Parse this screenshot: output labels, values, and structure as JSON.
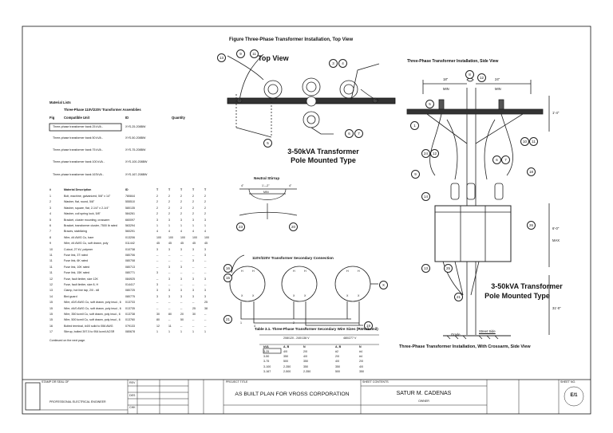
{
  "top_view": {
    "figure_title": "Figure Three-Phase Transformer Installation, Top View",
    "view_label": "Top View",
    "caption_line1": "3-50kVA Transformer",
    "caption_line2": "Pole Mounted Type",
    "callouts": [
      "13",
      "9",
      "11",
      "3",
      "4",
      "6",
      "7",
      "5"
    ]
  },
  "side_view": {
    "title": "Three-Phase Transformer Installation, Side View",
    "dim_left": "18\"",
    "dim_right": "24\"",
    "min_left": "MIN",
    "min_right": "MIN",
    "dim_vert_top": "1'-4\"",
    "dim_vert_mid": "6'-0\"",
    "max_label": "MAX",
    "dim_vert_bot": "31'-0\"",
    "caption_line1": "3-50kVA Transformer",
    "caption_line2": "Pole Mounted Type",
    "grade_label": "Grade",
    "street_label": "Street Side",
    "bottom_caption": "Three-Phase Transformer Installation, With Crossarm, Side View",
    "callouts": [
      "8",
      "12",
      "5",
      "1",
      "10",
      "11",
      "24",
      "12",
      "6",
      "7",
      "9",
      "18",
      "14",
      "26",
      "13",
      "25",
      "21"
    ]
  },
  "material_list": {
    "heading": "Material Lists",
    "subheading": "Three-Phase 110V/220V Transformer Assemblies",
    "col_fig": "Fig",
    "col_unit": "Compatible Unit",
    "col_id": "ID",
    "col_qty": "Quantity",
    "units": [
      {
        "name": "Three-phase transformer bank 25 kVA -",
        "id": "XYS-25-208BW"
      },
      {
        "name": "Three-phase transformer bank 50 kVA -",
        "id": "XYS-50-208BW"
      },
      {
        "name": "Three-phase transformer bank 75 kVA -",
        "id": "XYS-75-208BW"
      },
      {
        "name": "Three-phase transformer bank 100 kVA -",
        "id": "XYS-100-208BW"
      },
      {
        "name": "Three-phase transformer bank 167kVA -",
        "id": "XYS-167-208BW"
      }
    ],
    "items_header": {
      "num": "#",
      "desc": "Material Description",
      "id": "ID",
      "q": [
        "T",
        "T",
        "T",
        "T",
        "T"
      ]
    },
    "items": [
      {
        "n": "1",
        "d": "Bolt, machine, galvanized, 5/8\" x 14\"",
        "id": "780844",
        "q": [
          "2",
          "2",
          "2",
          "2",
          "2"
        ]
      },
      {
        "n": "2",
        "d": "Washer, flat, round, 5/8\"",
        "id": "555510",
        "q": [
          "2",
          "2",
          "2",
          "2",
          "2"
        ]
      },
      {
        "n": "3",
        "d": "Washer, square, flat, 2-1/4\" x 2-1/4\"",
        "id": "580135",
        "q": [
          "2",
          "2",
          "2",
          "2",
          "2"
        ]
      },
      {
        "n": "4",
        "d": "Washer, coil spring lock, 5/8\"",
        "id": "584261",
        "q": [
          "2",
          "2",
          "2",
          "2",
          "2"
        ]
      },
      {
        "n": "5",
        "d": "Bracket, cluster mounting, crossarm",
        "id": "660097",
        "q": [
          "3",
          "3",
          "3",
          "3",
          "3"
        ]
      },
      {
        "n": "6",
        "d": "Bracket, transformer cluster, 7500 lb rated",
        "id": "563294",
        "q": [
          "1",
          "1",
          "1",
          "1",
          "1"
        ]
      },
      {
        "n": "7",
        "d": "Braces, stabilizing",
        "id": "560291",
        "q": [
          "4",
          "4",
          "4",
          "4",
          "4"
        ]
      },
      {
        "n": "8",
        "d": "Wire, #4 AWG Cu, bare",
        "id": "013206",
        "q": [
          "100",
          "100",
          "100",
          "100",
          "100"
        ]
      },
      {
        "n": "9",
        "d": "Wire, #4 AWG Cu, soft drawn, poly",
        "id": "011442",
        "q": [
          "45",
          "45",
          "45",
          "45",
          "45"
        ]
      },
      {
        "n": "10",
        "d": "Cutout, 27 kV, polymer",
        "id": "010738",
        "q": [
          "3",
          "3",
          "3",
          "3",
          "3"
        ]
      },
      {
        "n": "11",
        "d": "Fuse link, 3T rated",
        "id": "080706",
        "q": [
          "--",
          "--",
          "--",
          "--",
          "3"
        ]
      },
      {
        "n": "11",
        "d": "Fuse link, 6K rated",
        "id": "080708",
        "q": [
          "--",
          "--",
          "--",
          "3",
          "--"
        ]
      },
      {
        "n": "11",
        "d": "Fuse link, 10K rated",
        "id": "080713",
        "q": [
          "--",
          "3",
          "3",
          "--",
          "--"
        ]
      },
      {
        "n": "11",
        "d": "Fuse link, 15K rated",
        "id": "080771",
        "q": [
          "3",
          "--",
          "--",
          "--",
          "--"
        ]
      },
      {
        "n": "12",
        "d": "Fuse, fault limiter, size 12K",
        "id": "084925",
        "q": [
          "--",
          "3",
          "3",
          "3",
          "3"
        ]
      },
      {
        "n": "12",
        "d": "Fuse, fault limiter, size 8, H",
        "id": "014417",
        "q": [
          "3",
          "--",
          "--",
          "--",
          "--"
        ]
      },
      {
        "n": "13",
        "d": "Clamp, hot line tap, 2/0 - #8",
        "id": "080725",
        "q": [
          "3",
          "3",
          "3",
          "3",
          "3"
        ]
      },
      {
        "n": "14",
        "d": "Bird guard",
        "id": "080775",
        "q": [
          "3",
          "3",
          "3",
          "3",
          "3"
        ]
      },
      {
        "n": "15",
        "d": "Wire, #2/0 AWG Cu, soft drawn, poly insul., 6",
        "id": "013733",
        "q": [
          "--",
          "--",
          "--",
          "--",
          "25"
        ]
      },
      {
        "n": "15",
        "d": "Wire, #4/0 AWG Cu, soft drawn, poly insul., 6",
        "id": "013735",
        "q": [
          "--",
          "--",
          "--",
          "25",
          "38"
        ]
      },
      {
        "n": "15",
        "d": "Wire, 350 kcmil Cu, soft drawn, poly insul., 6",
        "id": "013738",
        "q": [
          "30",
          "80",
          "20",
          "30",
          "--"
        ]
      },
      {
        "n": "15",
        "d": "Wire, 500 kcmil Cu, soft drawn, poly insul., 6",
        "id": "013760",
        "q": [
          "80",
          "--",
          "50",
          "--",
          "--"
        ]
      },
      {
        "n": "16",
        "d": "Bolted terminal, #4/0 solid to 556 AWG",
        "id": "079133",
        "q": [
          "12",
          "11",
          "--",
          "--",
          "--"
        ]
      },
      {
        "n": "17",
        "d": "Stirrup, bolted 397.5 to 954 kcmil ACSR",
        "id": "080678",
        "q": [
          "1",
          "1",
          "1",
          "1",
          "1"
        ]
      }
    ],
    "footnote": "Continued on the next page."
  },
  "neutral_stirrup": {
    "title": "Neutral Stirrup",
    "dim_a": "4\"",
    "dim_b": "1'—2\"",
    "dim_c": "4\"",
    "min_label": "MIN",
    "callouts": [
      "23",
      "20"
    ]
  },
  "secondary_connection": {
    "title": "110V/220V  Transformer Secondary Connection",
    "terminals": [
      "H",
      "H",
      "H",
      "H",
      "H",
      "H"
    ],
    "low_terms": [
      "X",
      "X",
      "X",
      "X",
      "X",
      "X"
    ],
    "callouts": [
      "16",
      "15",
      "X",
      "21",
      "19",
      "1",
      "4",
      "2",
      "3",
      "N"
    ]
  },
  "wire_table": {
    "title": "Table 3.1. Three-Phase Transformer Secondary Wire Sizes (AWG/kcmil)",
    "group1": "208/120 - 240/138 V",
    "group2": "480/277 V",
    "headers": [
      "kVA",
      "A, B",
      "N",
      "A, B",
      "N"
    ],
    "rows": [
      [
        "3-25",
        "4/0",
        "2/0",
        "#2",
        "#4"
      ],
      [
        "3-50",
        "350",
        "4/0",
        "2/0",
        "#4"
      ],
      [
        "3-75",
        "500",
        "350",
        "4/0",
        "2/0"
      ],
      [
        "3-100",
        "2-350",
        "350",
        "350",
        "4/0"
      ],
      [
        "3-167",
        "2-500",
        "2-350",
        "500",
        "350"
      ]
    ]
  },
  "title_block": {
    "stamp_label": "STAMP OR SEAL OF",
    "engineer_label": "PROFESSIONAL ELECTRICAL ENGINEER",
    "rev_labels": [
      "REV",
      "DES",
      "CHK"
    ],
    "project_title": "AS BUILT PLAN FOR VROSS CORPORATION",
    "owner_name": "SATUR M. CADENAS",
    "owner_label": "OWNER",
    "small_labels": [
      "PROJECT TITLE",
      "SHEET CONTENTS",
      "SHEET NO."
    ],
    "sheet_code": "E/1"
  }
}
